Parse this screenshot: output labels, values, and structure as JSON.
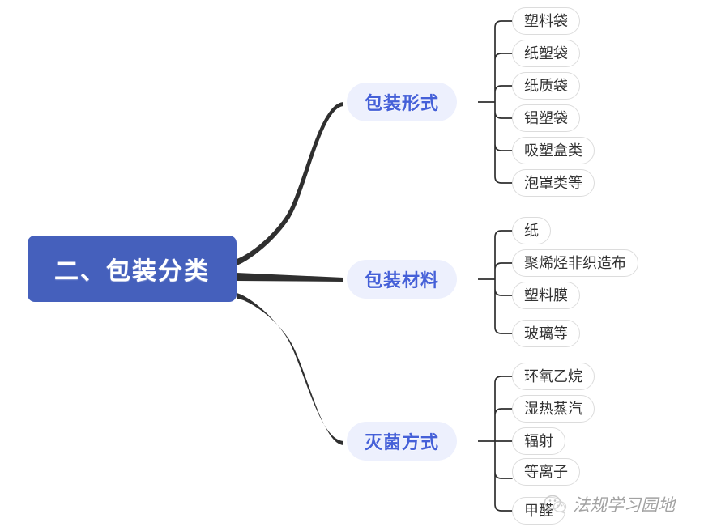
{
  "title": "二、包装分类",
  "root": {
    "label": "二、包装分类",
    "color": "#4560BC",
    "text_color": "#FFFFFF"
  },
  "style": {
    "branch_bg": "#EDF0FD",
    "branch_text": "#4560D8",
    "leaf_bg": "#FFFFFF",
    "leaf_border": "#DCDCDC",
    "leaf_text": "#333333",
    "edge_color": "#2F2F2F"
  },
  "branches": [
    {
      "label": "包装形式",
      "leaves": [
        {
          "label": "塑料袋"
        },
        {
          "label": "纸塑袋"
        },
        {
          "label": "纸质袋"
        },
        {
          "label": "铝塑袋"
        },
        {
          "label": "吸塑盒类"
        },
        {
          "label": "泡罩类等"
        }
      ]
    },
    {
      "label": "包装材料",
      "leaves": [
        {
          "label": "纸"
        },
        {
          "label": "聚烯烃非织造布"
        },
        {
          "label": "塑料膜"
        },
        {
          "label": "玻璃等"
        }
      ]
    },
    {
      "label": "灭菌方式",
      "leaves": [
        {
          "label": "环氧乙烷"
        },
        {
          "label": "湿热蒸汽"
        },
        {
          "label": "辐射"
        },
        {
          "label": "等离子"
        },
        {
          "label": "甲醛"
        }
      ]
    }
  ],
  "watermark": {
    "text": "法规学习园地",
    "logo": "wechat-icon"
  }
}
